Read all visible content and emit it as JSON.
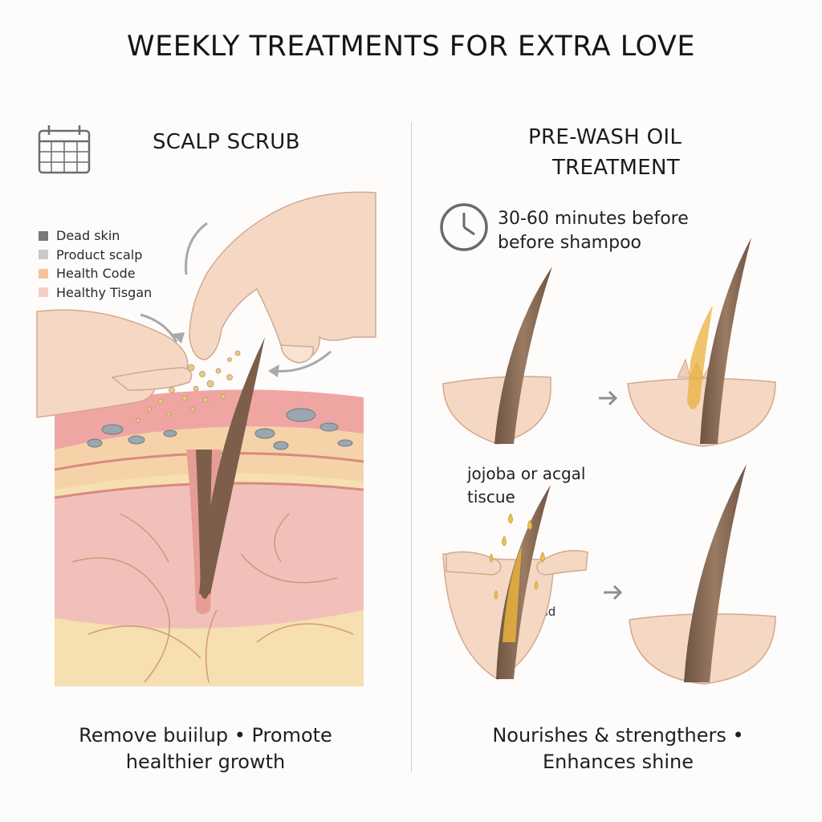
{
  "title": "WEEKLY TREATMENTS FOR EXTRA LOVE",
  "scalp_scrub": {
    "title": "SCALP SCRUB",
    "legend": [
      {
        "label": "Dead skin",
        "color": "#7a7a7a"
      },
      {
        "label": "Product scalp",
        "color": "#c9c9c9"
      },
      {
        "label": "Health Code",
        "color": "#f2c49c"
      },
      {
        "label": "Healthy Tisgan",
        "color": "#f6cfc2"
      }
    ],
    "caption_line1": "Remove buiilup • Promote",
    "caption_line2": "healthier growth",
    "icon": "calendar-icon"
  },
  "oil_treatment": {
    "title_line1": "PRE-WASH OIL",
    "title_line2": "TREATMENT",
    "timing_line1": "30-60 minutes before",
    "timing_line2": "before shampoo",
    "carrier_line1": "jojoba or acgal",
    "carrier_line2": "tiscue",
    "and_label": "and",
    "caption_line1": "Nourishes & strengthers •",
    "caption_line2": "Enhances shine",
    "icon": "clock-icon"
  },
  "colors": {
    "skin": "#f4d8c4",
    "skin_shadow": "#e7b9a0",
    "scalp_pink": "#f1b7b3",
    "fat_yellow": "#f6dfb0",
    "hair": "#8a6b55",
    "oil": "#e9b23c",
    "flake": "#9aa6b0"
  }
}
